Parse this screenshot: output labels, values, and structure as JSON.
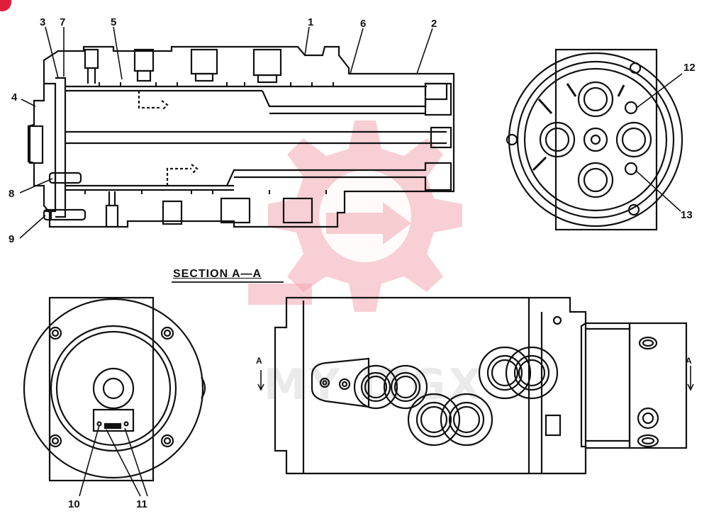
{
  "diagram": {
    "section_label": "SECTION  A—A",
    "callouts": {
      "c1": "1",
      "c2": "2",
      "c3": "3",
      "c4": "4",
      "c5": "5",
      "c6": "6",
      "c7": "7",
      "c8": "8",
      "c9": "9",
      "c10": "10",
      "c11": "11",
      "c12": "12",
      "c13": "13"
    },
    "section_marker_left": "A",
    "section_marker_right": "A"
  },
  "watermark": {
    "logo_text": "MY ITGX",
    "color": "#f2a9b1"
  },
  "colors": {
    "line": "#111111",
    "corner_badge": "#e11d3a"
  }
}
